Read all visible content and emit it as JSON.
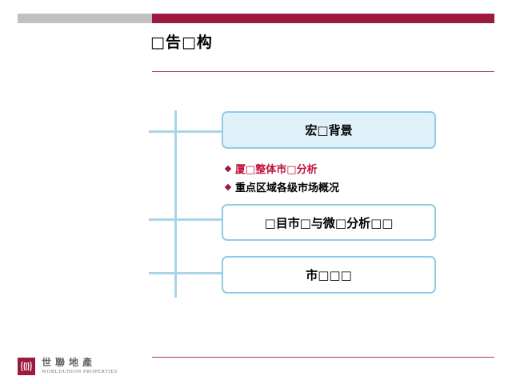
{
  "slide": {
    "title": "□告□构",
    "boxes": [
      {
        "label": "宏□背景",
        "active": true
      },
      {
        "label": "□目市□与微□分析□□",
        "active": false
      },
      {
        "label": "市□□□",
        "active": false
      }
    ],
    "bullets": [
      {
        "text": "厦□整体市□分析",
        "highlight": true
      },
      {
        "text": "重点区域各级市场概况",
        "highlight": false
      }
    ]
  },
  "logo": {
    "chinese": "世聯地產",
    "english": "WORLDUNION PROPERTIES"
  },
  "colors": {
    "accent": "#9b1a3e",
    "highlight_text": "#c0123a",
    "connector": "#a9d4ea",
    "box_border": "#8fcbe6",
    "active_box_fill": "#e1f1fa"
  }
}
